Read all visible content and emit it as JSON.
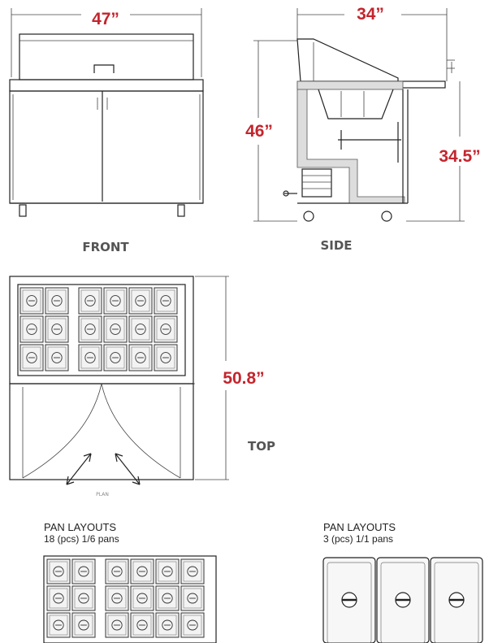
{
  "dimensions": {
    "front_width": "47”",
    "side_depth": "34”",
    "side_height": "46”",
    "side_work_height": "34.5”",
    "top_depth": "50.8”"
  },
  "views": {
    "front": "FRONT",
    "side": "SIDE",
    "top": "TOP",
    "plan_caption": "PLAN"
  },
  "pan_layouts": [
    {
      "title": "PAN LAYOUTS",
      "subtitle": "18 (pcs) 1/6 pans"
    },
    {
      "title": "PAN LAYOUTS",
      "subtitle": "3 (pcs) 1/1 pans"
    }
  ],
  "colors": {
    "dimension_text": "#c4252d",
    "label_text": "#555555",
    "line": "#222222"
  }
}
